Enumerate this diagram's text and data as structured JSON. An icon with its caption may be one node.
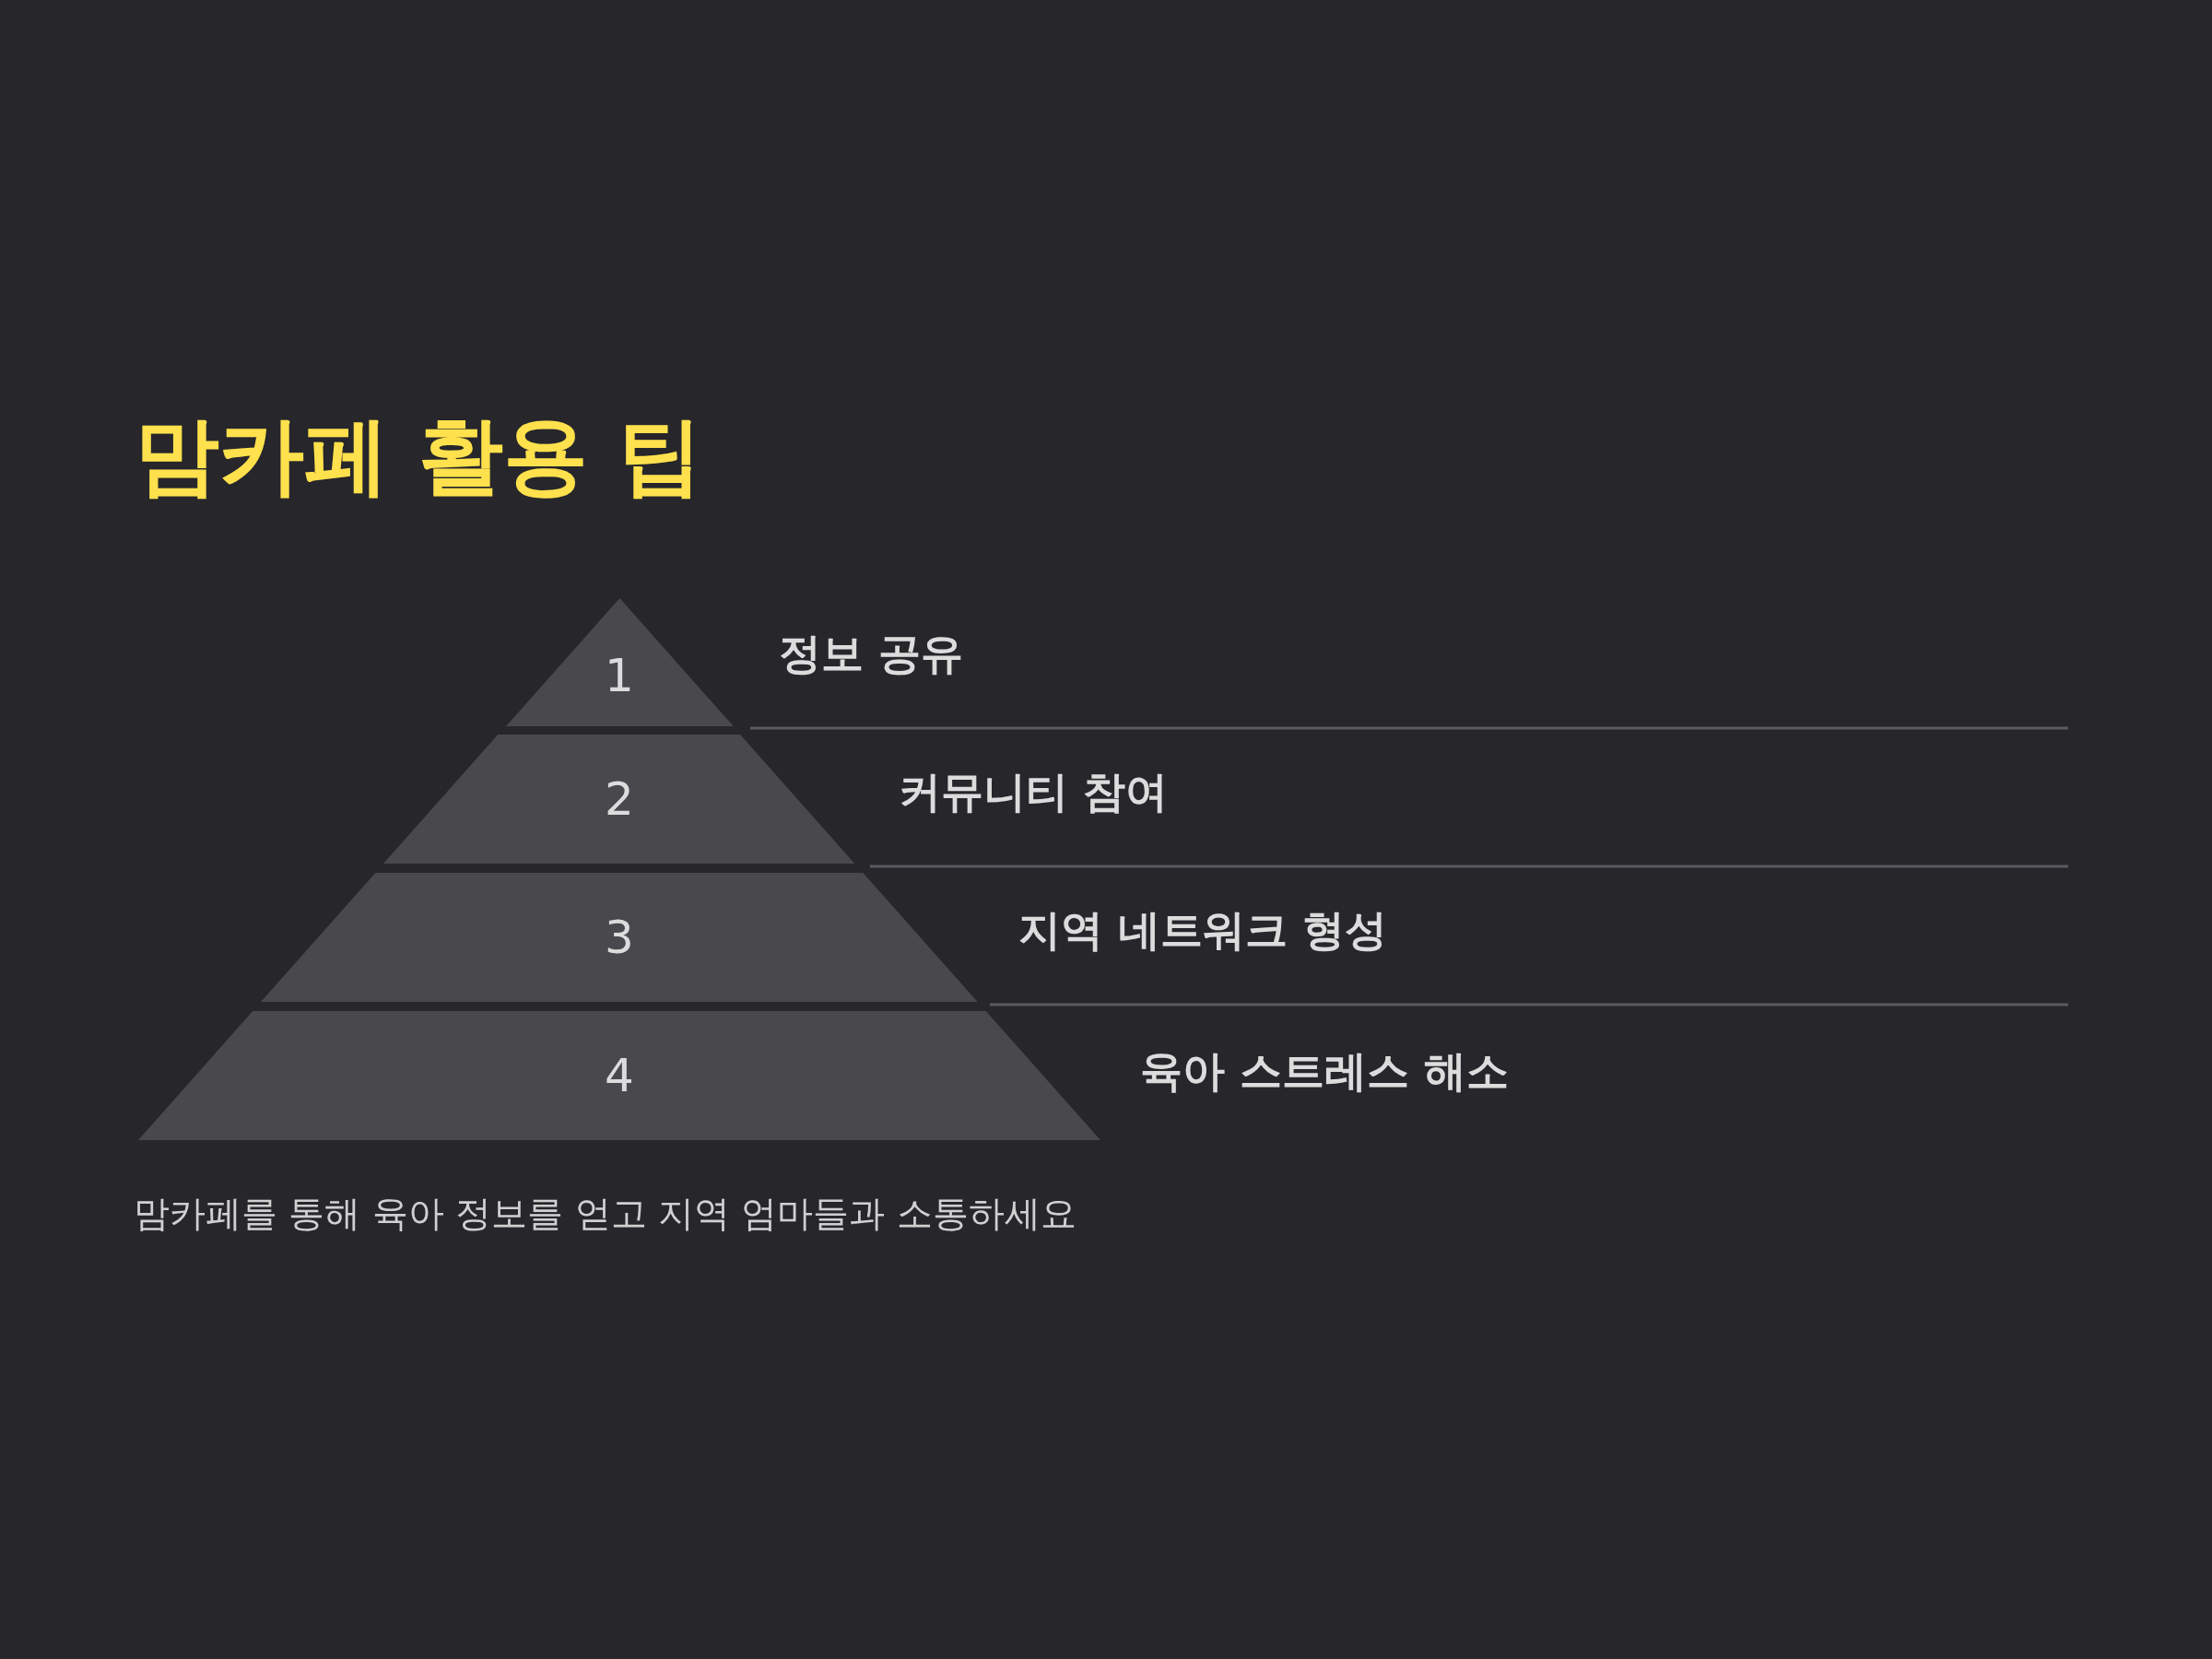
{
  "diagram": {
    "title": "맘카페 활용 팁",
    "nodes": [
      {
        "text": [
          "1"
        ],
        "beside": [
          "정보 공유"
        ]
      },
      {
        "text": [
          "2"
        ],
        "beside": [
          "커뮤니티 참여"
        ]
      },
      {
        "text": [
          "3"
        ],
        "beside": [
          "지역 네트워크 형성"
        ]
      },
      {
        "text": [
          "4"
        ],
        "beside": [
          "육아 스트레스 해소"
        ]
      }
    ],
    "edges": [],
    "caption": "맘카페를 통해 육아 정보를 얻고 지역 엄마들과 소통하세요"
  }
}
